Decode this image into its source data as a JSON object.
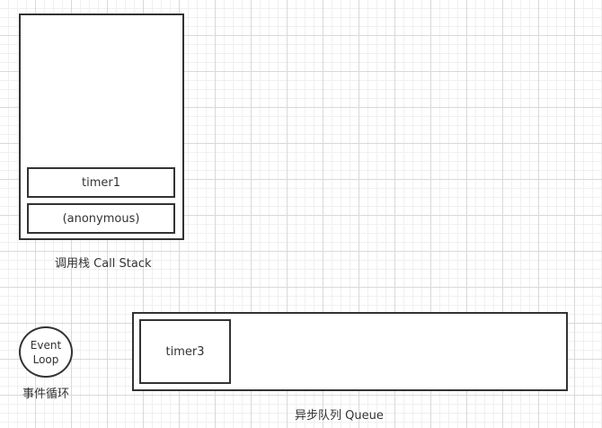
{
  "call_stack": {
    "label": "调用栈 Call Stack",
    "frames": [
      "timer1",
      "(anonymous)"
    ]
  },
  "event_loop": {
    "line1": "Event",
    "line2": "Loop",
    "label": "事件循环"
  },
  "queue": {
    "label": "异步队列 Queue",
    "items": [
      "timer3"
    ]
  }
}
